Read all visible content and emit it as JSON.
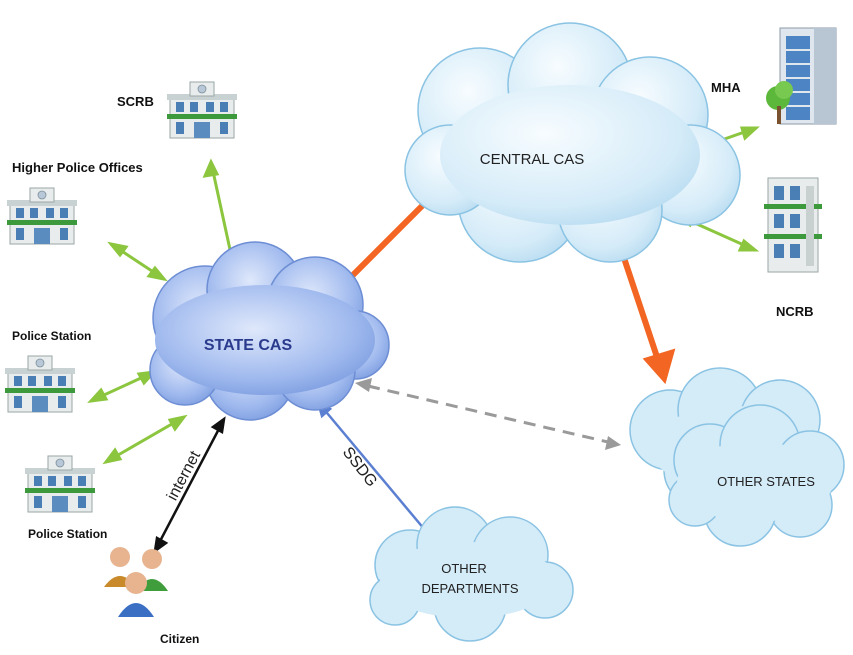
{
  "nodes": {
    "state_cas": "STATE CAS",
    "central_cas": "CENTRAL CAS",
    "other_states": "OTHER STATES",
    "other_departments_line1": "OTHER",
    "other_departments_line2": "DEPARTMENTS",
    "scrb": "SCRB",
    "higher_police_offices": "Higher Police Offices",
    "police_station_1": "Police Station",
    "police_station_2": "Police Station",
    "citizen": "Citizen",
    "mha": "MHA",
    "ncrb": "NCRB"
  },
  "links": {
    "internet": "internet",
    "ssdg": "SSDG"
  },
  "colors": {
    "state_cloud": "#8fb0ec",
    "central_cloud": "#d6ecf8",
    "green_arrow": "#8cc63f",
    "orange_arrow": "#f26522",
    "blue_arrow": "#5b7fd1",
    "dashed_arrow": "#9a9a9a",
    "state_text": "#2a3a8c"
  },
  "icons": {
    "building": "police-building-icon",
    "tower": "office-tower-icon",
    "people": "citizen-people-icon"
  }
}
